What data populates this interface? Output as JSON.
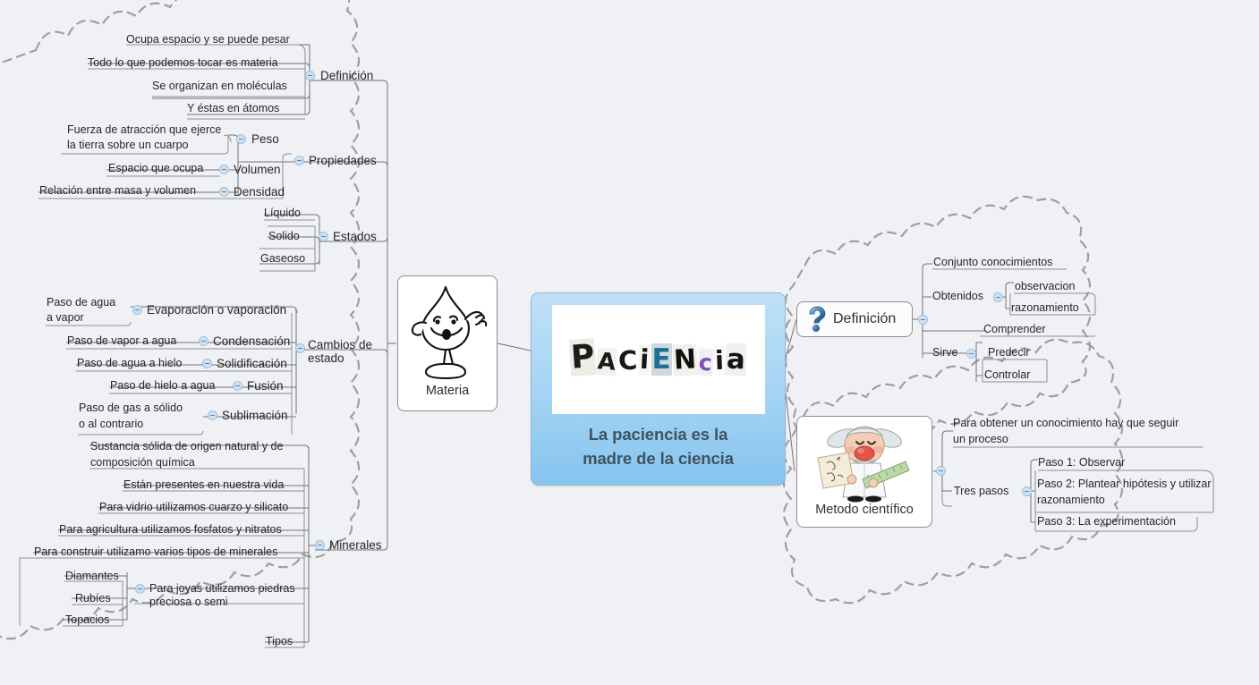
{
  "canvas": {
    "bg_color": "#f0f1f5",
    "line_color": "#6f7479",
    "cloud_color": "#9aa0a6"
  },
  "central": {
    "name": "central-topic",
    "title_line1": "La paciencia es la",
    "title_line2": "madre de la ciencia",
    "image_alt": "PACIENCIA ransom-note letters",
    "accent_color": "#8ec7f0",
    "title_color": "#41535f",
    "ransom_letters": [
      {
        "ch": "P",
        "color": "#1c1c1c",
        "bg": "#efece6",
        "rot": -4,
        "size": 36
      },
      {
        "ch": "A",
        "color": "#1a1a1a",
        "bg": "#f4f2ee",
        "rot": 5,
        "size": 26
      },
      {
        "ch": "C",
        "color": "#171717",
        "bg": "#ffffff",
        "rot": -2,
        "size": 29
      },
      {
        "ch": "i",
        "color": "#141414",
        "bg": "#f7f6f3",
        "rot": 3,
        "size": 30
      },
      {
        "ch": "E",
        "color": "#1c6f96",
        "bg": "#cfd9dd",
        "rot": 0,
        "size": 31
      },
      {
        "ch": "N",
        "color": "#111111",
        "bg": "#f3f1ec",
        "rot": -3,
        "size": 30
      },
      {
        "ch": "c",
        "color": "#7b52b0",
        "bg": "#f0eef6",
        "rot": 4,
        "size": 25
      },
      {
        "ch": "i",
        "color": "#151515",
        "bg": "#fbfaf7",
        "rot": -2,
        "size": 29
      },
      {
        "ch": "a",
        "color": "#121212",
        "bg": "#f2f0ec",
        "rot": 2,
        "size": 31
      }
    ]
  },
  "materia": {
    "name": "materia-node",
    "caption": "Materia",
    "image_alt": "cartoon water drop character waving"
  },
  "definicion_node": {
    "name": "definicion-node",
    "label": "Definición",
    "icon": "question-mark-icon"
  },
  "metodo_node": {
    "name": "metodo-cientifico-node",
    "caption": "Metodo científico",
    "image_alt": "cartoon scientist holding paper and ruler"
  },
  "branches": {
    "materia": [
      {
        "label": "Definición",
        "children": [
          "Ocupa espacio y se puede pesar",
          "Todo lo que podemos tocar es materia",
          "Se organizan en moléculas",
          "Y éstas en átomos"
        ]
      },
      {
        "label": "Propiedades",
        "children": [
          {
            "label": "Peso",
            "children": [
              "Fuerza de atracción que ejerce\nla tierra sobre un cuarpo"
            ]
          },
          {
            "label": "Volumen",
            "children": [
              "Espacio que ocupa"
            ]
          },
          {
            "label": "Densidad",
            "children": [
              "Relación entre masa y volumen"
            ]
          }
        ]
      },
      {
        "label": "Estados",
        "children": [
          "Líquido",
          "Solido",
          "Gaseoso"
        ]
      },
      {
        "label": "Cambios de\nestado",
        "children": [
          {
            "label": "Evaporación o vaporación",
            "children": [
              "Paso de agua\na vapor"
            ]
          },
          {
            "label": "Condensación",
            "children": [
              "Paso de vapor a agua"
            ]
          },
          {
            "label": "Solidificación",
            "children": [
              "Paso de agua a hielo"
            ]
          },
          {
            "label": "Fusión",
            "children": [
              "Paso de hielo a agua"
            ]
          },
          {
            "label": "Sublimación",
            "children": [
              "Paso de gas a sólido\no al contrario"
            ]
          }
        ]
      },
      {
        "label": "Minerales",
        "children": [
          "Sustancia sólida de origen natural y de\ncomposición química",
          "Están presentes en nuestra vida",
          "Para vidrio utilizamos cuarzo y silicato",
          "Para agricultura utilizamos fosfatos y nitratos",
          "Para construir utilizamo varios tipos de minerales",
          {
            "label": "Para joyas utilizamos piedras\npreciosa o semi",
            "children": [
              "Diamantes",
              "Rubíes",
              "Topacios"
            ]
          },
          "Tipos"
        ]
      }
    ],
    "definicion": [
      "Conjunto conocimientos",
      {
        "label": "Obtenidos",
        "children": [
          "observacion",
          "razonamiento"
        ]
      },
      "Comprender",
      {
        "label": "Sirve",
        "children": [
          "Predecir",
          "Controlar"
        ]
      }
    ],
    "metodo": [
      "Para obtener un conocimiento hay que seguir\nun proceso",
      {
        "label": "Tres pasos",
        "children": [
          "Paso 1: Observar",
          "Paso 2: Plantear hipótesis y utilizar\nrazonamiento",
          "Paso 3: La experimentación"
        ]
      }
    ]
  },
  "nodes": {
    "n_ocupa": "Ocupa espacio y se puede pesar",
    "n_todo": "Todo lo que podemos tocar es materia",
    "n_seorg": "Se organizan en moléculas",
    "n_yestas": "Y éstas en átomos",
    "n_definicion_l": "Definición",
    "n_fuerza1": "Fuerza de atracción que ejerce",
    "n_fuerza2": "la tierra sobre un cuarpo",
    "n_peso": "Peso",
    "n_espacio": "Espacio que ocupa",
    "n_volumen": "Volumen",
    "n_relacion": "Relación entre masa y volumen",
    "n_densidad": "Densidad",
    "n_propiedades": "Propiedades",
    "n_liquido": "Líquido",
    "n_solido": "Solido",
    "n_gaseoso": "Gaseoso",
    "n_estados": "Estados",
    "n_pasoagua1": "Paso de agua",
    "n_pasoagua2": "a vapor",
    "n_evap": "Evaporación o vaporación",
    "n_pasovapor": "Paso de vapor a agua",
    "n_cond": "Condensación",
    "n_pasoaguahielo": "Paso de agua a hielo",
    "n_solid": "Solidificación",
    "n_pasohielo": "Paso de hielo a agua",
    "n_fusion": "Fusión",
    "n_pasogas1": "Paso de gas a sólido",
    "n_pasogas2": "o al contrario",
    "n_subl": "Sublimación",
    "n_cambios1": "Cambios de",
    "n_cambios2": "estado",
    "n_sust1": "Sustancia sólida de origen natural y de",
    "n_sust2": "composición química",
    "n_estan": "Están presentes en nuestra vida",
    "n_vidrio": "Para vidrio utilizamos cuarzo y silicato",
    "n_agri": "Para agricultura utilizamos fosfatos y nitratos",
    "n_constr": "Para construir utilizamo varios tipos de minerales",
    "n_diamantes": "Diamantes",
    "n_rubies": "Rubíes",
    "n_topacios": "Topacios",
    "n_joyas1": "Para joyas utilizamos piedras",
    "n_joyas2": "preciosa o semi",
    "n_tipos": "Tipos",
    "n_minerales": "Minerales",
    "n_conjunto": "Conjunto conocimientos",
    "n_obtenidos": "Obtenidos",
    "n_observacion": "observacion",
    "n_razonamiento": "razonamiento",
    "n_comprender": "Comprender",
    "n_sirve": "Sirve",
    "n_predecir": "Predecir",
    "n_controlar": "Controlar",
    "n_paraobt1": "Para obtener un conocimiento hay que seguir",
    "n_paraobt2": "un proceso",
    "n_trespasos": "Tres pasos",
    "n_paso1": "Paso 1: Observar",
    "n_paso2a": "Paso 2: Plantear hipótesis y utilizar",
    "n_paso2b": "razonamiento",
    "n_paso3": "Paso 3: La experimentación"
  }
}
